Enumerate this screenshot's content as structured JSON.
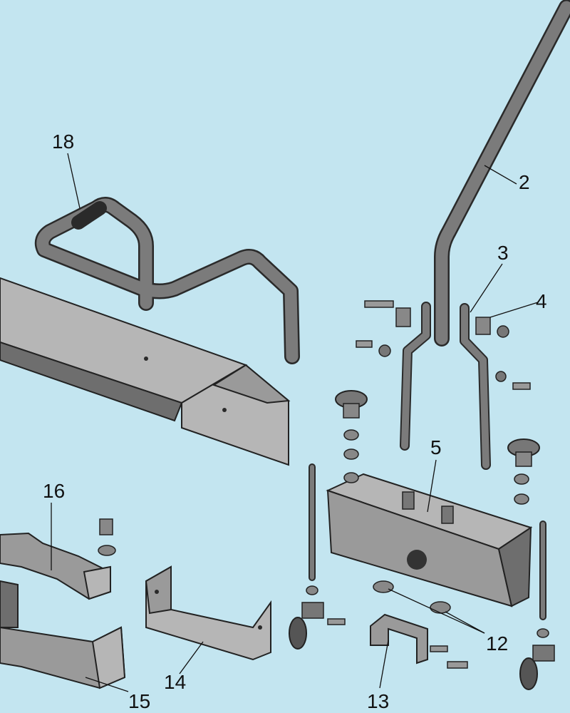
{
  "diagram": {
    "background": "#c3e5f0",
    "part_color": "#8c8c8c",
    "outline_color": "#222222",
    "labels": {
      "l2": "2",
      "l3": "3",
      "l4": "4",
      "l5": "5",
      "l12": "12",
      "l13": "13",
      "l14": "14",
      "l15": "15",
      "l16": "16",
      "l18": "18"
    }
  }
}
